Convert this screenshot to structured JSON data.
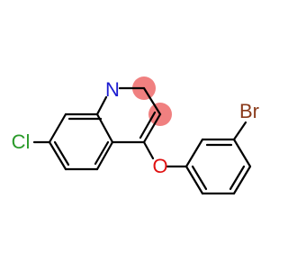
{
  "molecule": {
    "atoms": {
      "n": {
        "symbol": "N",
        "color": "#1c1cd0"
      },
      "o": {
        "symbol": "O",
        "color": "#e01010"
      },
      "cl": {
        "symbol": "Cl",
        "color": "#2a9a2a"
      },
      "br": {
        "symbol": "Br",
        "color": "#8a3a1a"
      }
    },
    "highlight_color": "#f08080"
  }
}
